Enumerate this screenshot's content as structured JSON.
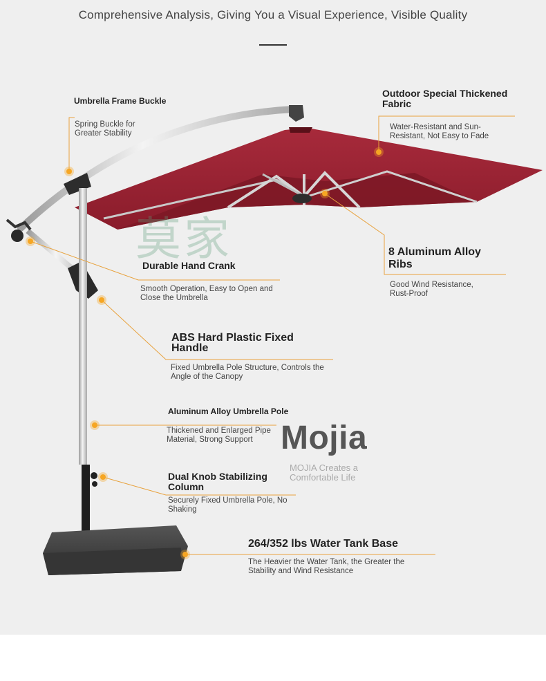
{
  "headline": "Comprehensive Analysis, Giving You a Visual Experience, Visible Quality",
  "watermark": "莫家",
  "features": {
    "frame_buckle": {
      "title": "Umbrella Frame Buckle",
      "desc": "Spring Buckle for Greater Stability"
    },
    "fabric": {
      "title": "Outdoor Special Thickened Fabric",
      "desc": "Water-Resistant and Sun-Resistant, Not Easy to Fade"
    },
    "ribs": {
      "title": "8 Aluminum Alloy Ribs",
      "desc": "Good Wind Resistance, Rust-Proof"
    },
    "hand_crank": {
      "title": "Durable Hand Crank",
      "desc": "Smooth Operation, Easy to Open and Close the Umbrella"
    },
    "handle": {
      "title": "ABS Hard Plastic Fixed Handle",
      "desc": "Fixed Umbrella Pole Structure, Controls the Angle of the Canopy"
    },
    "pole": {
      "title": "Aluminum Alloy Umbrella Pole",
      "desc": "Thickened and Enlarged Pipe Material, Strong Support"
    },
    "column": {
      "title": "Dual Knob Stabilizing Column",
      "desc": "Securely Fixed Umbrella Pole, No Shaking"
    },
    "base": {
      "title": "264/352 lbs Water Tank Base",
      "desc": "The Heavier the Water Tank, the Greater the Stability and Wind Resistance"
    }
  },
  "brand": {
    "name": "Mojia",
    "tagline": "MOJIA Creates a Comfortable Life"
  },
  "colors": {
    "canopy": "#8e1f2e",
    "canopy_dark": "#6e1522",
    "callout_line": "#e8a23d",
    "callout_dot": "#f6a623",
    "base": "#3f3f3f"
  }
}
